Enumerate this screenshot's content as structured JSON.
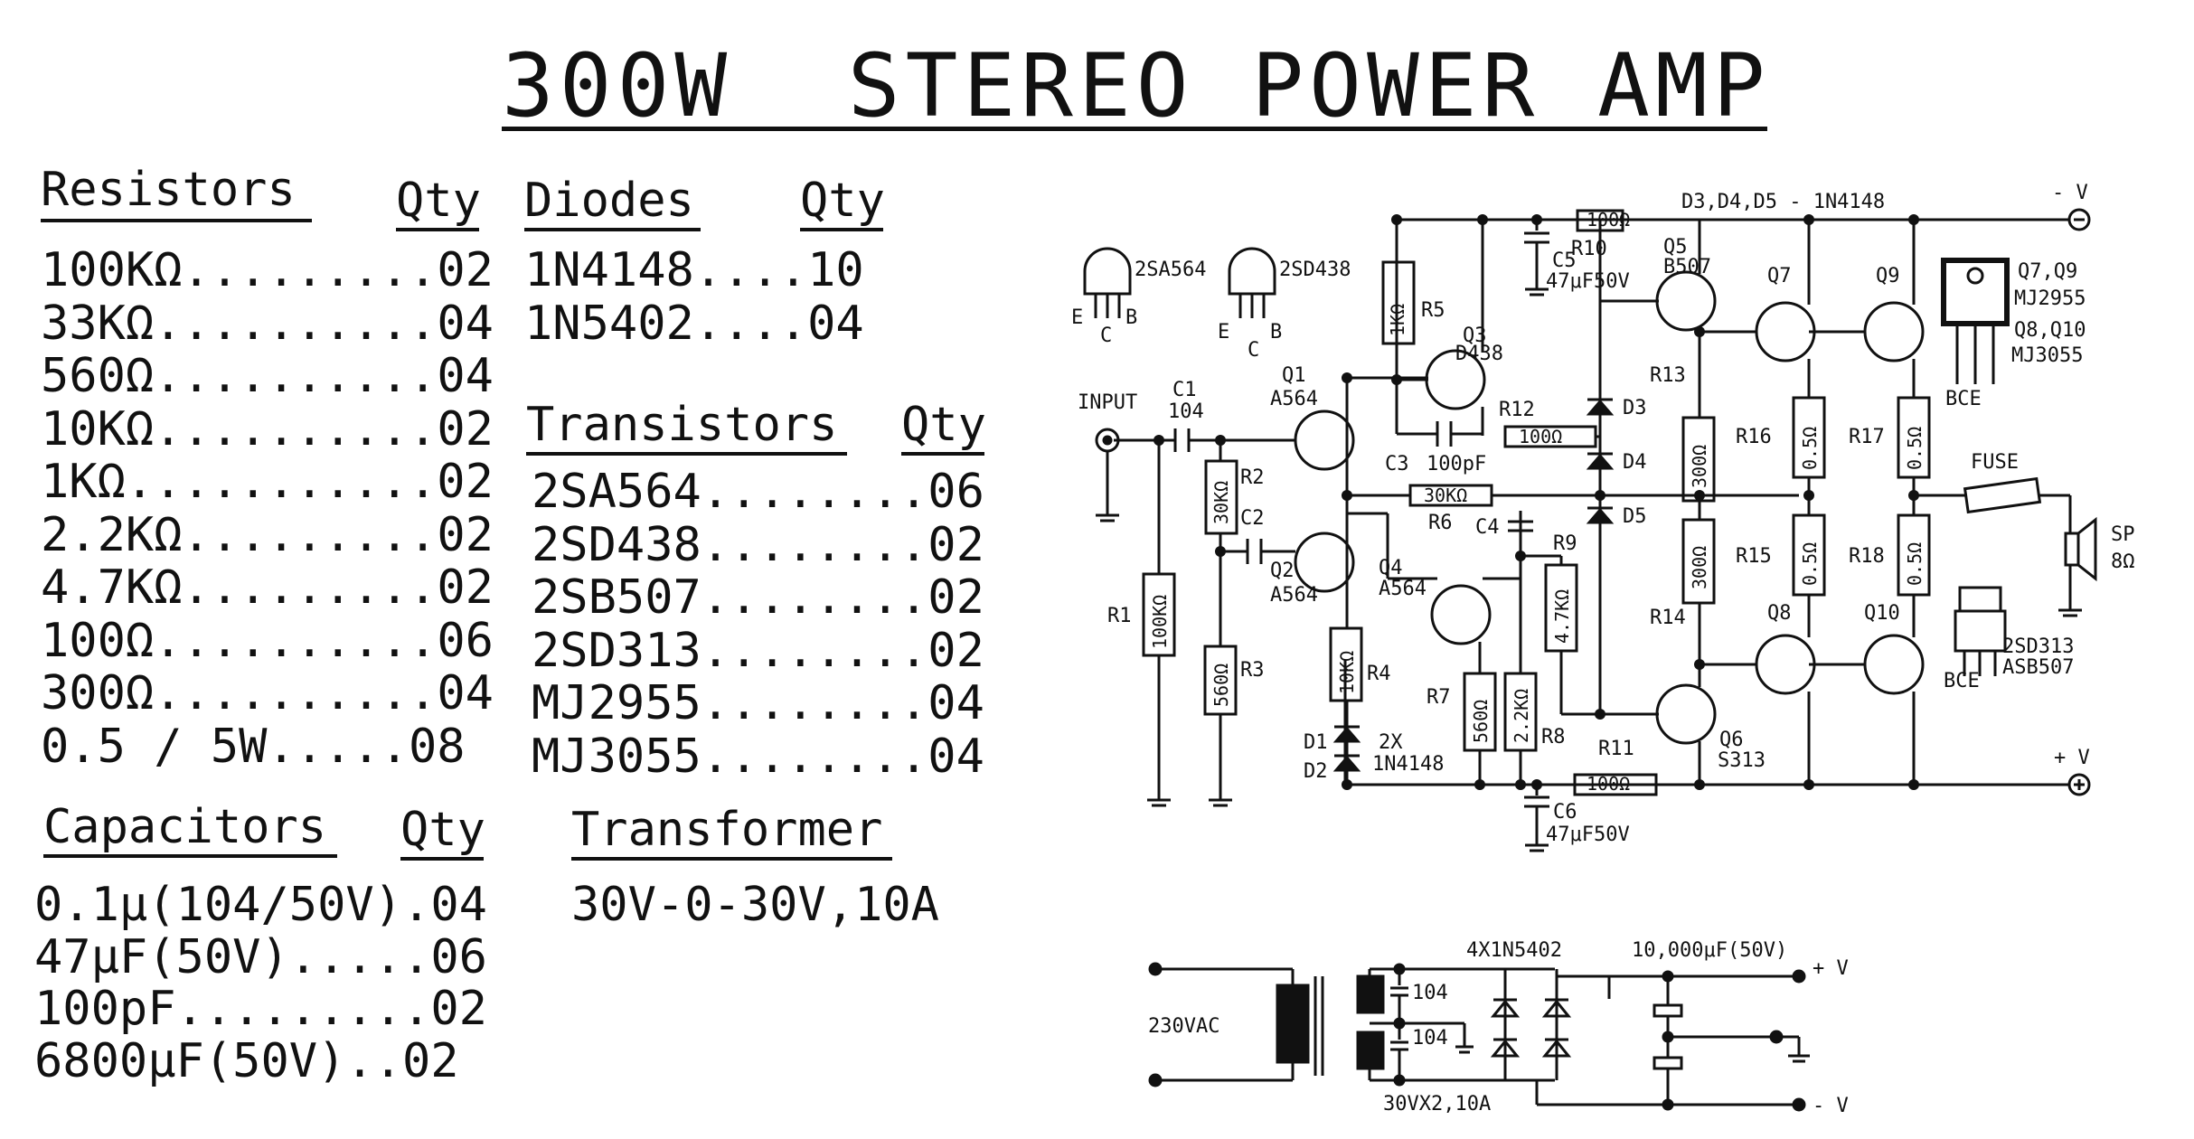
{
  "title": "300W  STEREO POWER AMP",
  "resistors": {
    "header": "Resistors",
    "qty_header": "Qty",
    "items": [
      {
        "name": "100KΩ",
        "dots": ".........",
        "qty": "02"
      },
      {
        "name": "33KΩ",
        "dots": "..........",
        "qty": "04"
      },
      {
        "name": "560Ω",
        "dots": "..........",
        "qty": "04"
      },
      {
        "name": "10KΩ",
        "dots": "..........",
        "qty": "02"
      },
      {
        "name": "1KΩ",
        "dots": "...........",
        "qty": "02"
      },
      {
        "name": "2.2KΩ",
        "dots": ".........",
        "qty": "02"
      },
      {
        "name": "4.7KΩ",
        "dots": ".........",
        "qty": "02"
      },
      {
        "name": "100Ω",
        "dots": "..........",
        "qty": "06"
      },
      {
        "name": "300Ω",
        "dots": "..........",
        "qty": "04"
      },
      {
        "name": "0.5 / 5W",
        "dots": ".....",
        "qty": "08"
      }
    ]
  },
  "diodes": {
    "header": "Diodes",
    "qty_header": "Qty",
    "items": [
      {
        "name": "1N4148",
        "dots": "....",
        "qty": "10"
      },
      {
        "name": "1N5402",
        "dots": "....",
        "qty": "04"
      }
    ]
  },
  "transistors": {
    "header": "Transistors",
    "qty_header": "Qty",
    "items": [
      {
        "name": "2SA564",
        "dots": "........",
        "qty": "06"
      },
      {
        "name": "2SD438",
        "dots": "........",
        "qty": "02"
      },
      {
        "name": "2SB507",
        "dots": "........",
        "qty": "02"
      },
      {
        "name": "2SD313",
        "dots": "........",
        "qty": "02"
      },
      {
        "name": "MJ2955",
        "dots": "........",
        "qty": "04"
      },
      {
        "name": "MJ3055",
        "dots": "........",
        "qty": "04"
      }
    ]
  },
  "capacitors": {
    "header": "Capacitors",
    "qty_header": "Qty",
    "items": [
      {
        "name": "0.1μ(104/50V)",
        "dots": ".",
        "qty": "04"
      },
      {
        "name": "47μF(50V)",
        "dots": ".....",
        "qty": "06"
      },
      {
        "name": "100pF",
        "dots": ".........",
        "qty": "02"
      },
      {
        "name": "6800μF(50V)",
        "dots": "..",
        "qty": "02"
      }
    ]
  },
  "transformer": {
    "header": "Transformer",
    "spec": "30V-0-30V,10A"
  },
  "schematic_labels": {
    "d345": "D3,D4,D5 - 1N4148",
    "neg_v": "- V",
    "pos_v": "+ V",
    "r10": "R10",
    "r10_val": "100Ω",
    "c5": "C5",
    "c5_val": "47μF50V",
    "q5": "Q5",
    "q5_type": "B507",
    "q7": "Q7",
    "q9": "Q9",
    "q79_label": "Q7,Q9",
    "q79_type": "MJ2955",
    "q810_label": "Q8,Q10",
    "q810_type": "MJ3055",
    "bce": "BCE",
    "pkg1": "2SA564",
    "pkg2": "2SD438",
    "e": "E",
    "c": "C",
    "b": "B",
    "r5": "R5",
    "r5_val": "1KΩ",
    "q3": "Q3",
    "q3_type": "D438",
    "r13": "R13",
    "r13_val": "300Ω",
    "r16": "R16",
    "r16_val": "0.5Ω",
    "r17": "R17",
    "r17_val": "0.5Ω",
    "input": "INPUT",
    "c1": "C1",
    "c1_val": "104",
    "q1": "Q1",
    "q1_type": "A564",
    "r12": "R12",
    "r12_val": "100Ω",
    "d3": "D3",
    "d4": "D4",
    "d5": "D5",
    "c3": "C3",
    "c3_val": "100pF",
    "fuse": "FUSE",
    "r2": "R2",
    "r2_val": "30KΩ",
    "c2": "C2",
    "r6": "R6",
    "r6_val": "30KΩ",
    "c4": "C4",
    "r9": "R9",
    "r9_val": "4.7KΩ",
    "sp": "SP",
    "sp_val": "8Ω",
    "q2": "Q2",
    "q2_type": "A564",
    "q4": "Q4",
    "q4_type": "A564",
    "r14": "R14",
    "r14_val": "300Ω",
    "r15": "R15",
    "r15_val": "0.5Ω",
    "r18": "R18",
    "r18_val": "0.5Ω",
    "r1": "R1",
    "r1_val": "100KΩ",
    "q8": "Q8",
    "q10": "Q10",
    "pkg3a": "2SD313",
    "pkg3b": "ASB507",
    "r3": "R3",
    "r3_val": "560Ω",
    "r4": "R4",
    "r4_val": "10KΩ",
    "r7": "R7",
    "r7_val": "560Ω",
    "r8": "R8",
    "r8_val": "2.2KΩ",
    "d1": "D1",
    "d2": "D2",
    "d12_val": "2X",
    "d12_type": "1N4148",
    "r11": "R11",
    "r11_val": "100Ω",
    "q6": "Q6",
    "q6_type": "S313",
    "c6": "C6",
    "c6_val": "47μF50V",
    "ps_diodes": "4X1N5402",
    "ps_caps": "10,000μF(50V)",
    "ps_ac": "230VAC",
    "ps_c1": "104",
    "ps_c2": "104",
    "ps_xfmr": "30VX2,10A"
  }
}
